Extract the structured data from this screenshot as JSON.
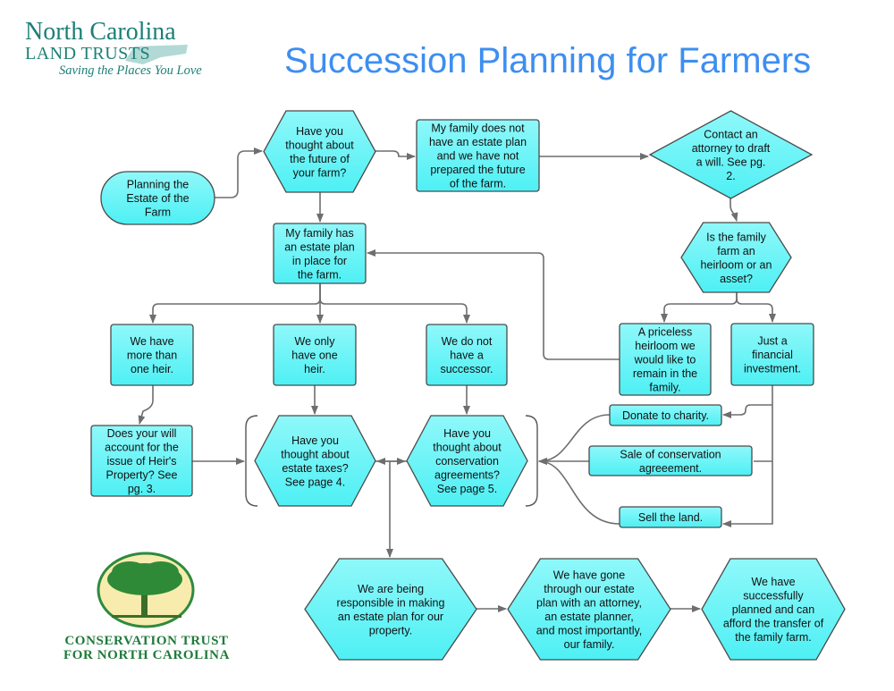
{
  "title": "Succession Planning for Farmers",
  "logo_top": {
    "line1": "North Carolina",
    "line2": "LAND TRUSTS",
    "tagline": "Saving the Places You Love"
  },
  "logo_bottom": {
    "line1": "CONSERVATION TRUST",
    "line2": "FOR NORTH CAROLINA"
  },
  "colors": {
    "node_fill": "#5ff4f7",
    "node_stroke": "#4a4a4a",
    "connector": "#6e6e6e",
    "title": "#3d8ef0",
    "brand_green": "#1c7f76"
  },
  "nodes": {
    "start": {
      "lines": [
        "Planning the",
        "Estate of the",
        "Farm"
      ]
    },
    "future_q": {
      "lines": [
        "Have you",
        "thought about",
        "the future of",
        "your farm?"
      ]
    },
    "no_plan": {
      "lines": [
        "My family does not",
        "have an estate plan",
        "and we have not",
        "prepared the future",
        "of the farm."
      ]
    },
    "attorney": {
      "lines": [
        "Contact an",
        "attorney to draft",
        "a will. See pg.",
        "2."
      ]
    },
    "has_plan": {
      "lines": [
        "My family has",
        "an estate plan",
        "in place for",
        "the farm."
      ]
    },
    "heirloom_q": {
      "lines": [
        "Is the family",
        "farm an",
        "heirloom or an",
        "asset?"
      ]
    },
    "multi_heir": {
      "lines": [
        "We have",
        "more than",
        "one heir."
      ]
    },
    "one_heir": {
      "lines": [
        "We only",
        "have one",
        "heir."
      ]
    },
    "no_successor": {
      "lines": [
        "We do not",
        "have a",
        "successor."
      ]
    },
    "heirloom": {
      "lines": [
        "A priceless",
        "heirloom we",
        "would like to",
        "remain in the",
        "family."
      ]
    },
    "investment": {
      "lines": [
        "Just a",
        "financial",
        "investment."
      ]
    },
    "heirs_property": {
      "lines": [
        "Does your will",
        "account for the",
        "issue of Heir's",
        "Property? See",
        "pg. 3."
      ]
    },
    "estate_taxes": {
      "lines": [
        "Have you",
        "thought about",
        "estate taxes?",
        "See page 4."
      ]
    },
    "conservation": {
      "lines": [
        "Have you",
        "thought about",
        "conservation",
        "agreements?",
        "See page 5."
      ]
    },
    "donate": {
      "lines": [
        "Donate to charity."
      ]
    },
    "sale_conservation": {
      "lines": [
        "Sale of conservation",
        "agreeement."
      ]
    },
    "sell_land": {
      "lines": [
        "Sell the land."
      ]
    },
    "responsible": {
      "lines": [
        "We are being",
        "responsible in making",
        "an estate plan for our",
        "property."
      ]
    },
    "gone_through": {
      "lines": [
        "We have gone",
        "through our estate",
        "plan with an attorney,",
        "an estate planner,",
        "and most importantly,",
        "our family."
      ]
    },
    "success": {
      "lines": [
        "We have",
        "successfully",
        "planned and can",
        "afford the transfer of",
        "the family farm."
      ]
    }
  }
}
